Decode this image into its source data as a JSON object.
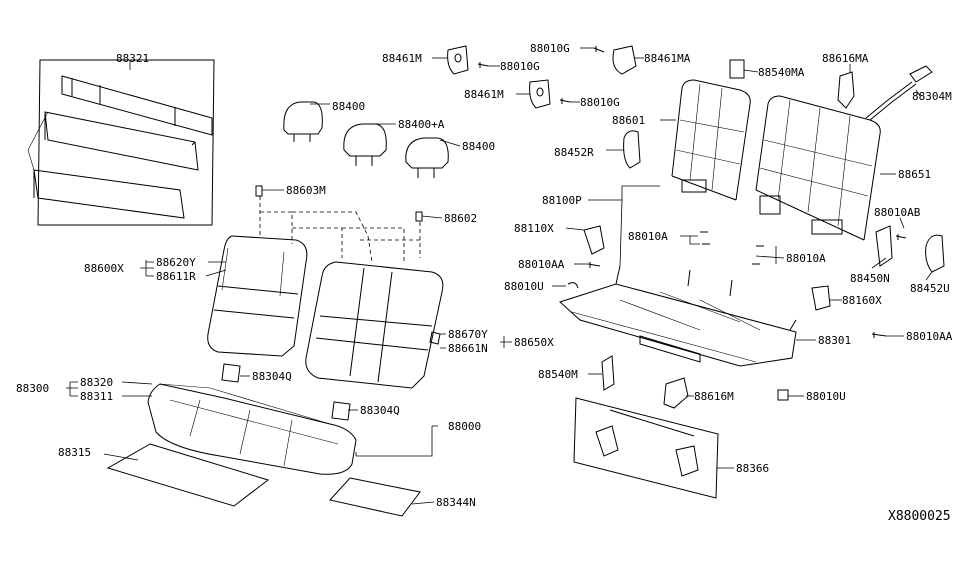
{
  "diagram_id": "X8800025",
  "labels": {
    "p88321": "88321",
    "p88400a": "88400",
    "p88400b": "88400+A",
    "p88400c": "88400",
    "p88603m": "88603M",
    "p88602": "88602",
    "p88600x": "88600X",
    "p88620y": "88620Y",
    "p88611r": "88611R",
    "p88670y": "88670Y",
    "p88661n": "88661N",
    "p88650x": "88650X",
    "p88300": "88300",
    "p88320": "88320",
    "p88311": "88311",
    "p88304q_a": "88304Q",
    "p88304q_b": "88304Q",
    "p88000": "88000",
    "p88315": "88315",
    "p88344n": "88344N",
    "p88461m_a": "88461M",
    "p88010g_a": "88010G",
    "p88461m_b": "88461M",
    "p88010g_b": "88010G",
    "p88010g_c": "88010G",
    "p88461ma": "88461MA",
    "p88540ma": "88540MA",
    "p88616ma": "88616MA",
    "p88304m": "88304M",
    "p88601": "88601",
    "p88452r": "88452R",
    "p88651": "88651",
    "p88100p": "88100P",
    "p88010ab": "88010AB",
    "p88110x": "88110X",
    "p88010a_a": "88010A",
    "p88010a_b": "88010A",
    "p88450n": "88450N",
    "p88452u": "88452U",
    "p88010aa_a": "88010AA",
    "p88010u_a": "88010U",
    "p88160x": "88160X",
    "p88301": "88301",
    "p88010aa_b": "88010AA",
    "p88540m": "88540M",
    "p88616m": "88616M",
    "p88010u_b": "88010U",
    "p88366": "88366"
  }
}
